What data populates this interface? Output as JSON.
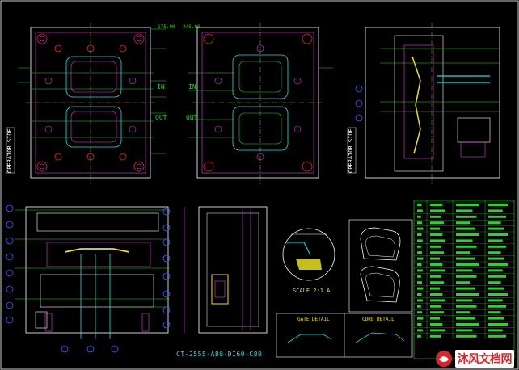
{
  "labels": {
    "in_1": "IN",
    "out_1": "OUT",
    "in_2": "IN",
    "out_2": "OUT",
    "operator_side_1": "OPERATOR SIDE",
    "operator_side_2": "OPERATOR SIDE",
    "scale": "SCALE 2:1 A",
    "gate_detail": "GATE DETAIL",
    "core_detail": "CORE DETAIL",
    "drawing_number": "CT-2555-A80-DI60-C80",
    "dim_b": "175.00",
    "dim_c": "245.00"
  },
  "watermark": {
    "text": "沐风文档网"
  },
  "colors": {
    "background": "#000000",
    "outline": "#ffffff",
    "magenta": "#e040e0",
    "cyan": "#20e0e0",
    "green": "#30d030",
    "yellow": "#e8e020",
    "red": "#e03030",
    "blue": "#4060ff",
    "watermark": "#d9262c"
  },
  "bom": {
    "rows": 23,
    "title_block": true
  }
}
